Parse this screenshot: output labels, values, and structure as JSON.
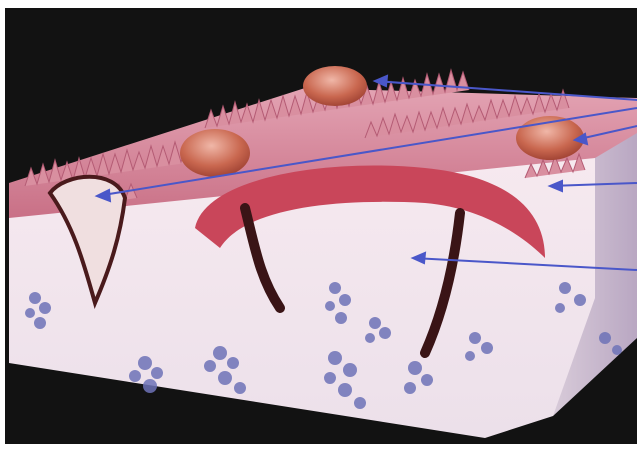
{
  "image": {
    "subject": "illustration-of-tongue-surface-cross-section-with-papillae",
    "background_color": "#121212",
    "tissue_top_color": "#d98fa0",
    "tissue_body_color": "#f2e6ee",
    "gland_cluster_color": "#6e73b8",
    "arrow_color": "#4a57c9"
  },
  "pointers": [
    {
      "name": "pointer-1",
      "target": "fungiform-papilla-top"
    },
    {
      "name": "pointer-2",
      "target": "foliate-papilla-left"
    },
    {
      "name": "pointer-3",
      "target": "fungiform-papilla-right"
    },
    {
      "name": "pointer-4",
      "target": "filiform-papillae"
    },
    {
      "name": "pointer-5",
      "target": "vallate-papilla-center"
    }
  ]
}
